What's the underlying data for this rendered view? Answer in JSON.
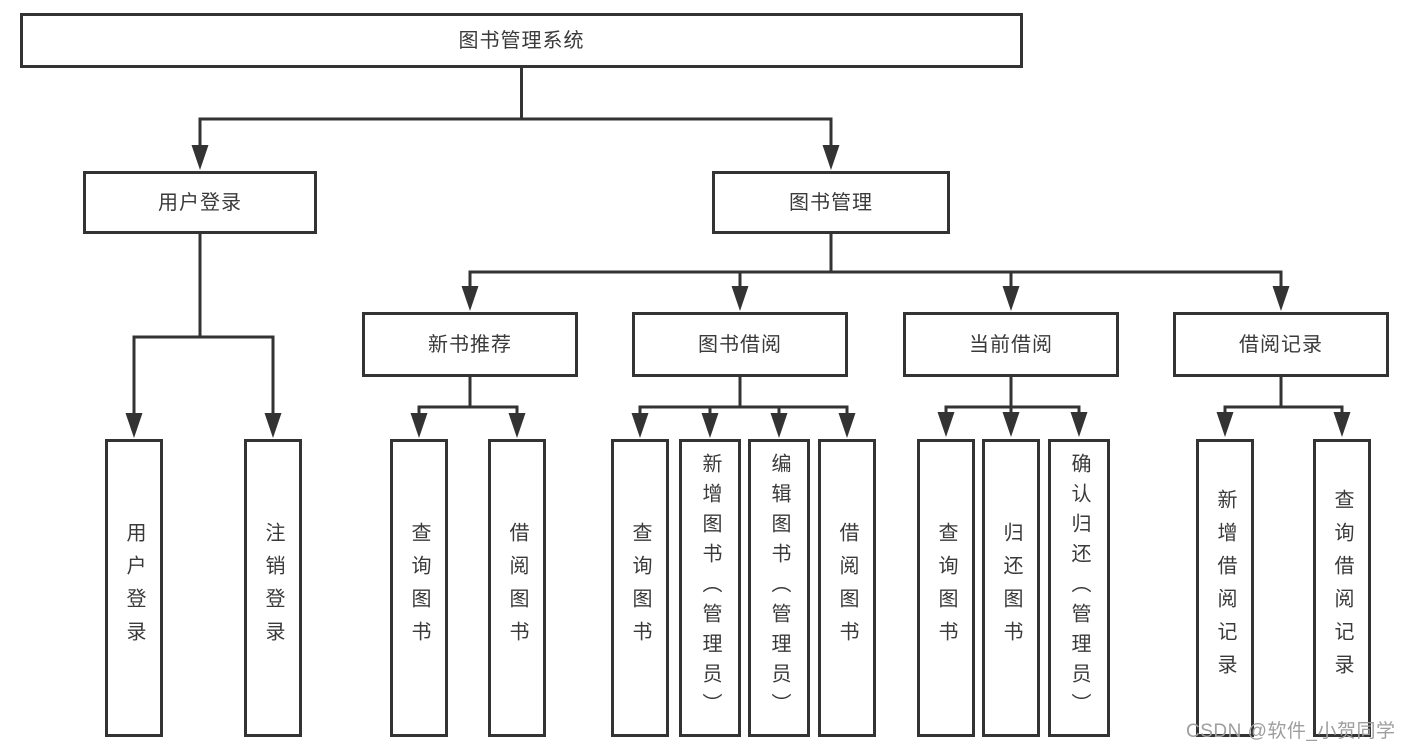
{
  "colors": {
    "background": "#ffffff",
    "line": "#333333",
    "box_border": "#333333",
    "box_fill": "#ffffff",
    "text": "#3a3a3a",
    "watermark": "#9e9e9e"
  },
  "watermark": {
    "text": "CSDN @软件_小贺同学"
  },
  "tree": {
    "root": {
      "label": "图书管理系统",
      "children": [
        {
          "label": "用户登录",
          "children": [
            {
              "label": "用户登录"
            },
            {
              "label": "注销登录"
            }
          ]
        },
        {
          "label": "图书管理",
          "children": [
            {
              "label": "新书推荐",
              "children": [
                {
                  "label": "查询图书"
                },
                {
                  "label": "借阅图书"
                }
              ]
            },
            {
              "label": "图书借阅",
              "children": [
                {
                  "label": "查询图书"
                },
                {
                  "label": "新增图书（管理员）"
                },
                {
                  "label": "编辑图书（管理员）"
                },
                {
                  "label": "借阅图书"
                }
              ]
            },
            {
              "label": "当前借阅",
              "children": [
                {
                  "label": "查询图书"
                },
                {
                  "label": "归还图书"
                },
                {
                  "label": "确认归还（管理员）"
                }
              ]
            },
            {
              "label": "借阅记录",
              "children": [
                {
                  "label": "新增借阅记录"
                },
                {
                  "label": "查询借阅记录"
                }
              ]
            }
          ]
        }
      ]
    }
  }
}
